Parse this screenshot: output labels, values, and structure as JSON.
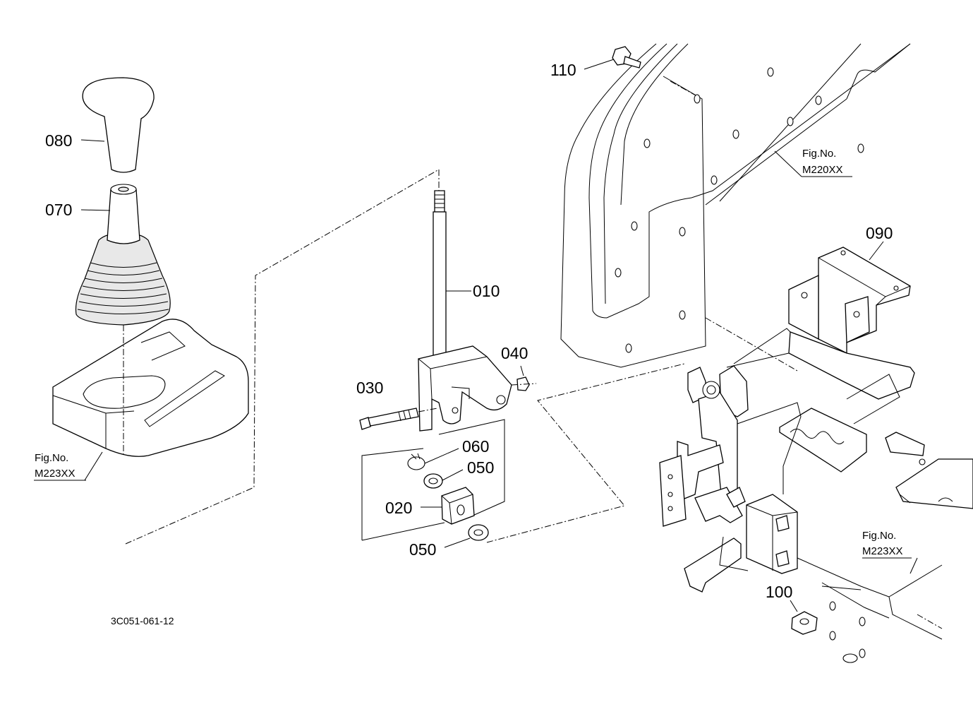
{
  "diagram": {
    "part_numbers": {
      "shift_lever": "010",
      "block": "020",
      "bolt": "030",
      "nut": "040",
      "washer_upper": "050",
      "washer_lower": "050",
      "snap_pin": "060",
      "boot": "070",
      "knob": "080",
      "bracket": "090",
      "flange_nut": "100",
      "flange_bolt": "110"
    },
    "figure_refs": [
      {
        "label": "Fig.No.",
        "code": "M223XX"
      },
      {
        "label": "Fig.No.",
        "code": "M220XX"
      },
      {
        "label": "Fig.No.",
        "code": "M223XX"
      }
    ],
    "document_code": "3C051-061-12"
  }
}
